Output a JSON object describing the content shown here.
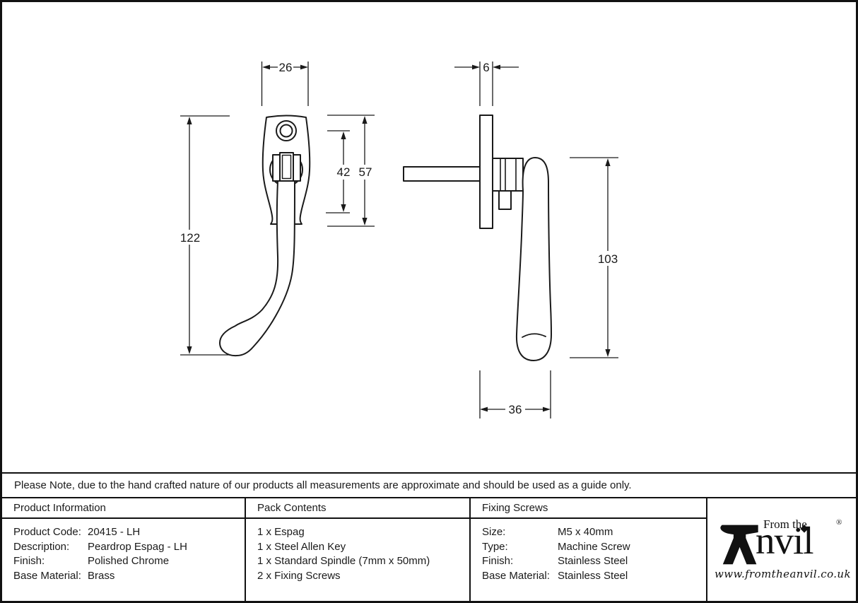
{
  "note": {
    "text": "Please Note, due to the hand crafted nature of our products all measurements are approximate and should be used as a guide only."
  },
  "dims": {
    "front_plate_width": "26",
    "front_fixing_centres": "42",
    "front_plate_height": "57",
    "front_total_height": "122",
    "side_plate_thickness": "6",
    "side_handle_length": "103",
    "side_projection": "36"
  },
  "table": {
    "columns": [
      {
        "header": "Product Information",
        "rows": [
          {
            "label": "Product Code:",
            "value": "20415 - LH"
          },
          {
            "label": "Description:",
            "value": "Peardrop Espag - LH"
          },
          {
            "label": "Finish:",
            "value": "Polished Chrome"
          },
          {
            "label": "Base Material:",
            "value": "Brass"
          }
        ]
      },
      {
        "header": "Pack Contents",
        "items": [
          "1 x Espag",
          "1 x Steel Allen Key",
          "1 x Standard Spindle (7mm x 50mm)",
          "2 x Fixing Screws"
        ]
      },
      {
        "header": "Fixing Screws",
        "rows": [
          {
            "label": "Size:",
            "value": "M5 x 40mm"
          },
          {
            "label": "Type:",
            "value": "Machine Screw"
          },
          {
            "label": "Finish:",
            "value": "Stainless Steel"
          },
          {
            "label": "Base Material:",
            "value": "Stainless Steel"
          }
        ]
      }
    ]
  },
  "logo": {
    "tagline": "From the",
    "name_rest": "nvil",
    "registered": "®",
    "url": "www.fromtheanvil.co.uk"
  }
}
